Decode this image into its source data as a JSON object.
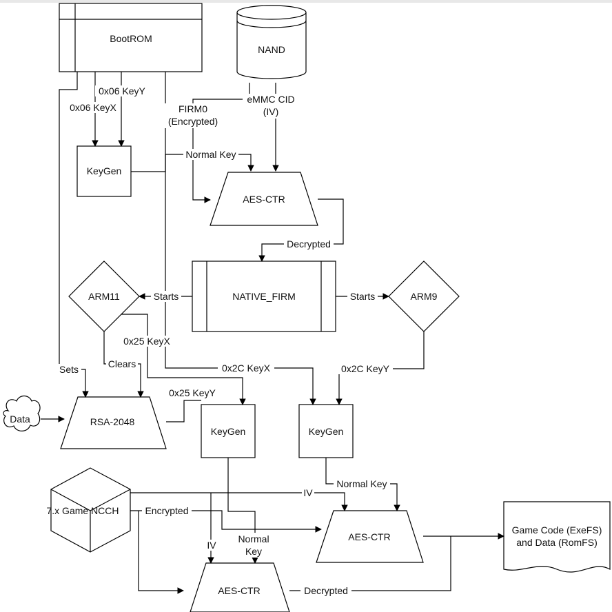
{
  "nodes": {
    "bootrom": "BootROM",
    "nand": "NAND",
    "keygen_top": "KeyGen",
    "aes_ctr_top": "AES-CTR",
    "native_firm": "NATIVE_FIRM",
    "arm11": "ARM11",
    "arm9": "ARM9",
    "data": "Data",
    "rsa_2048": "RSA-2048",
    "keygen_mid": "KeyGen",
    "keygen_right": "KeyGen",
    "game_ncch": "7.x Game NCCH",
    "aes_ctr_right": "AES-CTR",
    "aes_ctr_bottom": "AES-CTR",
    "output_line1": "Game Code (ExeFS)",
    "output_line2": "and Data (RomFS)"
  },
  "edge_labels": {
    "key_y_06": "0x06 KeyY",
    "key_x_06": "0x06 KeyX",
    "firm0_line1": "FIRM0",
    "firm0_line2": "(Encrypted)",
    "emmc_line1": "eMMC CID",
    "emmc_line2": "(IV)",
    "normal_key_top": "Normal Key",
    "decrypted_top": "Decrypted",
    "starts_left": "Starts",
    "starts_right": "Starts",
    "key_x_25": "0x25 KeyX",
    "sets": "Sets",
    "clears": "Clears",
    "key_x_2c": "0x2C KeyX",
    "key_y_2c": "0x2C KeyY",
    "key_y_25": "0x25 KeyY",
    "normal_key_right": "Normal Key",
    "iv_top": "IV",
    "encrypted": "Encrypted",
    "iv_left": "IV",
    "normal_key_mid_line1": "Normal",
    "normal_key_mid_line2": "Key",
    "decrypted_bottom": "Decrypted"
  }
}
